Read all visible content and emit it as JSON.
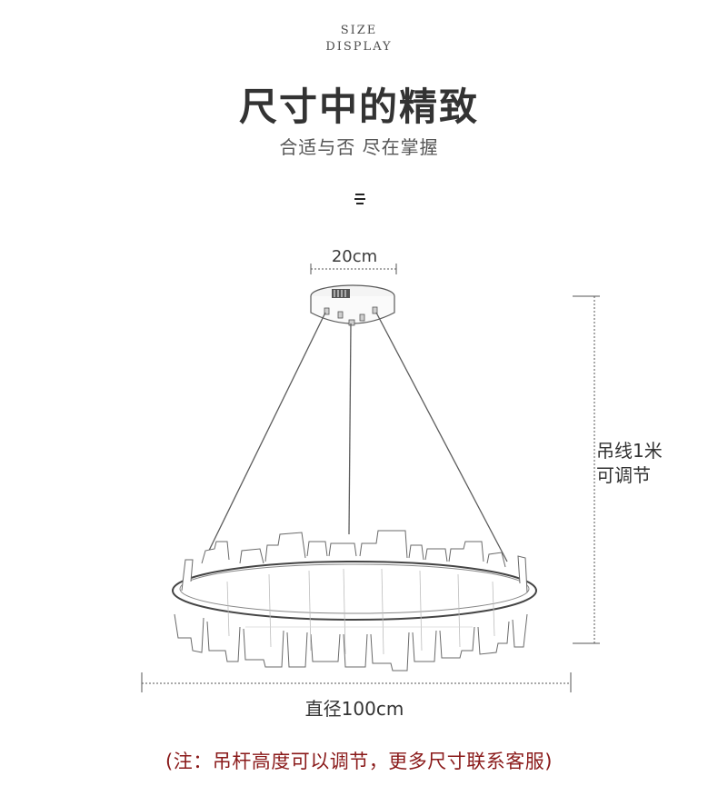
{
  "header": {
    "eyebrow_line1": "SIZE",
    "eyebrow_line2": "DISPLAY",
    "title": "尺寸中的精致",
    "subtitle": "合适与否  尽在掌握"
  },
  "dimensions": {
    "canopy_width": "20cm",
    "cable_line1": "吊线1米",
    "cable_line2": "可调节",
    "diameter": "直径100cm"
  },
  "footer": {
    "note": "(注：吊杆高度可以调节，更多尺寸联系客服)"
  },
  "colors": {
    "text_dark": "#333333",
    "note_red": "#8a1a1a",
    "line_gray": "#6a6a6a"
  },
  "icons": {
    "divider": "double-chevron-icon"
  }
}
